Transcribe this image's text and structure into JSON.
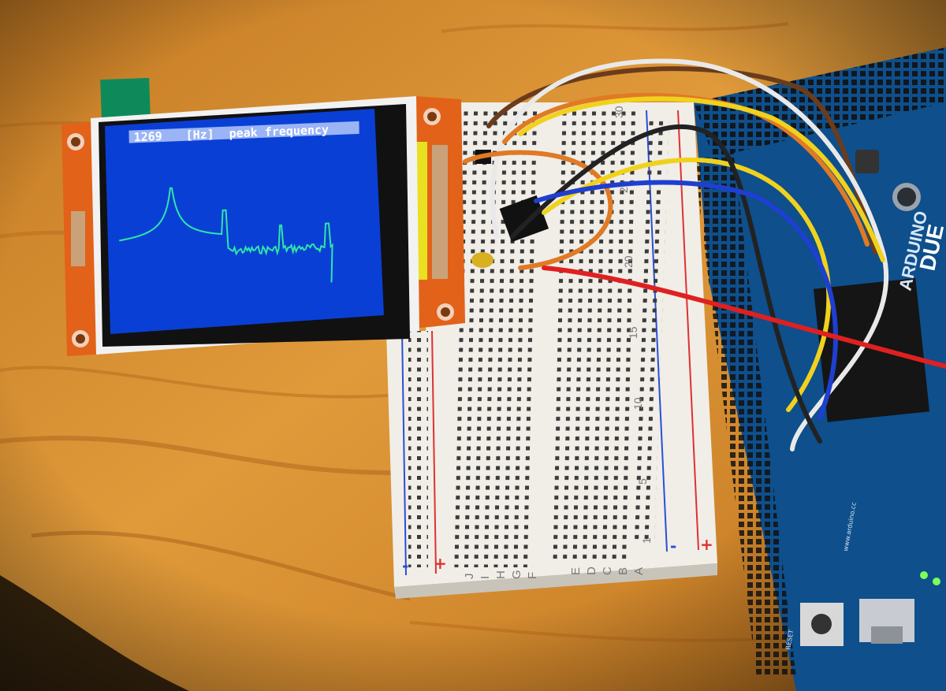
{
  "display": {
    "peak_value": "1269",
    "unit": "[Hz]",
    "caption": "peak frequency",
    "trace_color": "#2EE6A6",
    "screen_color": "#0A3FD6"
  },
  "breadboard": {
    "column_numbers": [
      "30",
      "25",
      "20",
      "15",
      "10",
      "5",
      "1"
    ],
    "row_letters_left": [
      "J",
      "I",
      "H",
      "G",
      "F"
    ],
    "row_letters_right": [
      "E",
      "D",
      "C",
      "B",
      "A"
    ],
    "rail_minus": "-",
    "rail_plus": "+"
  },
  "board": {
    "brand": "ARDUINO",
    "model": "DUE",
    "text_reset": "RESET",
    "text_site": "www.arduino.cc"
  },
  "colors": {
    "wood": "#D48A2C",
    "board": "#0E4F8C",
    "tft_pcb": "#E2621A",
    "breadboard": "#F1EEE8",
    "wires": [
      "#6B3C1C",
      "#E9E9E9",
      "#E07A25",
      "#F0D21E",
      "#222222",
      "#1E3FD0",
      "#E02020"
    ]
  }
}
